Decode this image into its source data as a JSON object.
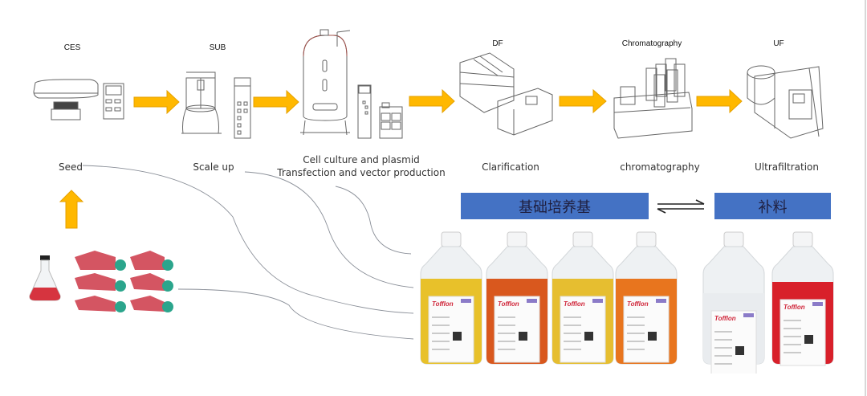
{
  "equipment": [
    {
      "id": "ces",
      "label": "CES"
    },
    {
      "id": "sub",
      "label": "SUB"
    },
    {
      "id": "bioreactor",
      "label": ""
    },
    {
      "id": "df",
      "label": "DF"
    },
    {
      "id": "chromatography",
      "label": "Chromatography"
    },
    {
      "id": "uf",
      "label": "UF"
    }
  ],
  "steps": [
    {
      "id": "seed",
      "label": "Seed"
    },
    {
      "id": "scale-up",
      "label": "Scale up"
    },
    {
      "id": "cell-culture",
      "label_line1": "Cell culture and plasmid",
      "label_line2": "Transfection and vector production"
    },
    {
      "id": "clarification",
      "label": "Clarification"
    },
    {
      "id": "chromatography",
      "label": "chromatography"
    },
    {
      "id": "ultrafiltration",
      "label": "Ultrafiltration"
    }
  ],
  "banners": {
    "basal_medium": "基础培养基",
    "feed": "补料",
    "relation_icon": "equilibrium-arrows"
  },
  "colors": {
    "arrow": "#FFB800",
    "arrow_stroke": "#E6A100",
    "banner": "#4472C4",
    "flask_red": "#D6343F",
    "cap_teal": "#2BA58C",
    "line_gray": "#8a8f98"
  },
  "products": {
    "brand": "Tofflon",
    "basal_bottles": [
      {
        "color": "#E8C12A",
        "name": "yellow-medium"
      },
      {
        "color": "#D9581E",
        "name": "orange-red-medium"
      },
      {
        "color": "#E6BE30",
        "name": "yellow-medium-2"
      },
      {
        "color": "#E8751E",
        "name": "orange-medium"
      }
    ],
    "feed_bottles": [
      {
        "color": "#E9ECEF",
        "name": "clear-feed"
      },
      {
        "color": "#D8202A",
        "name": "red-feed"
      }
    ]
  }
}
